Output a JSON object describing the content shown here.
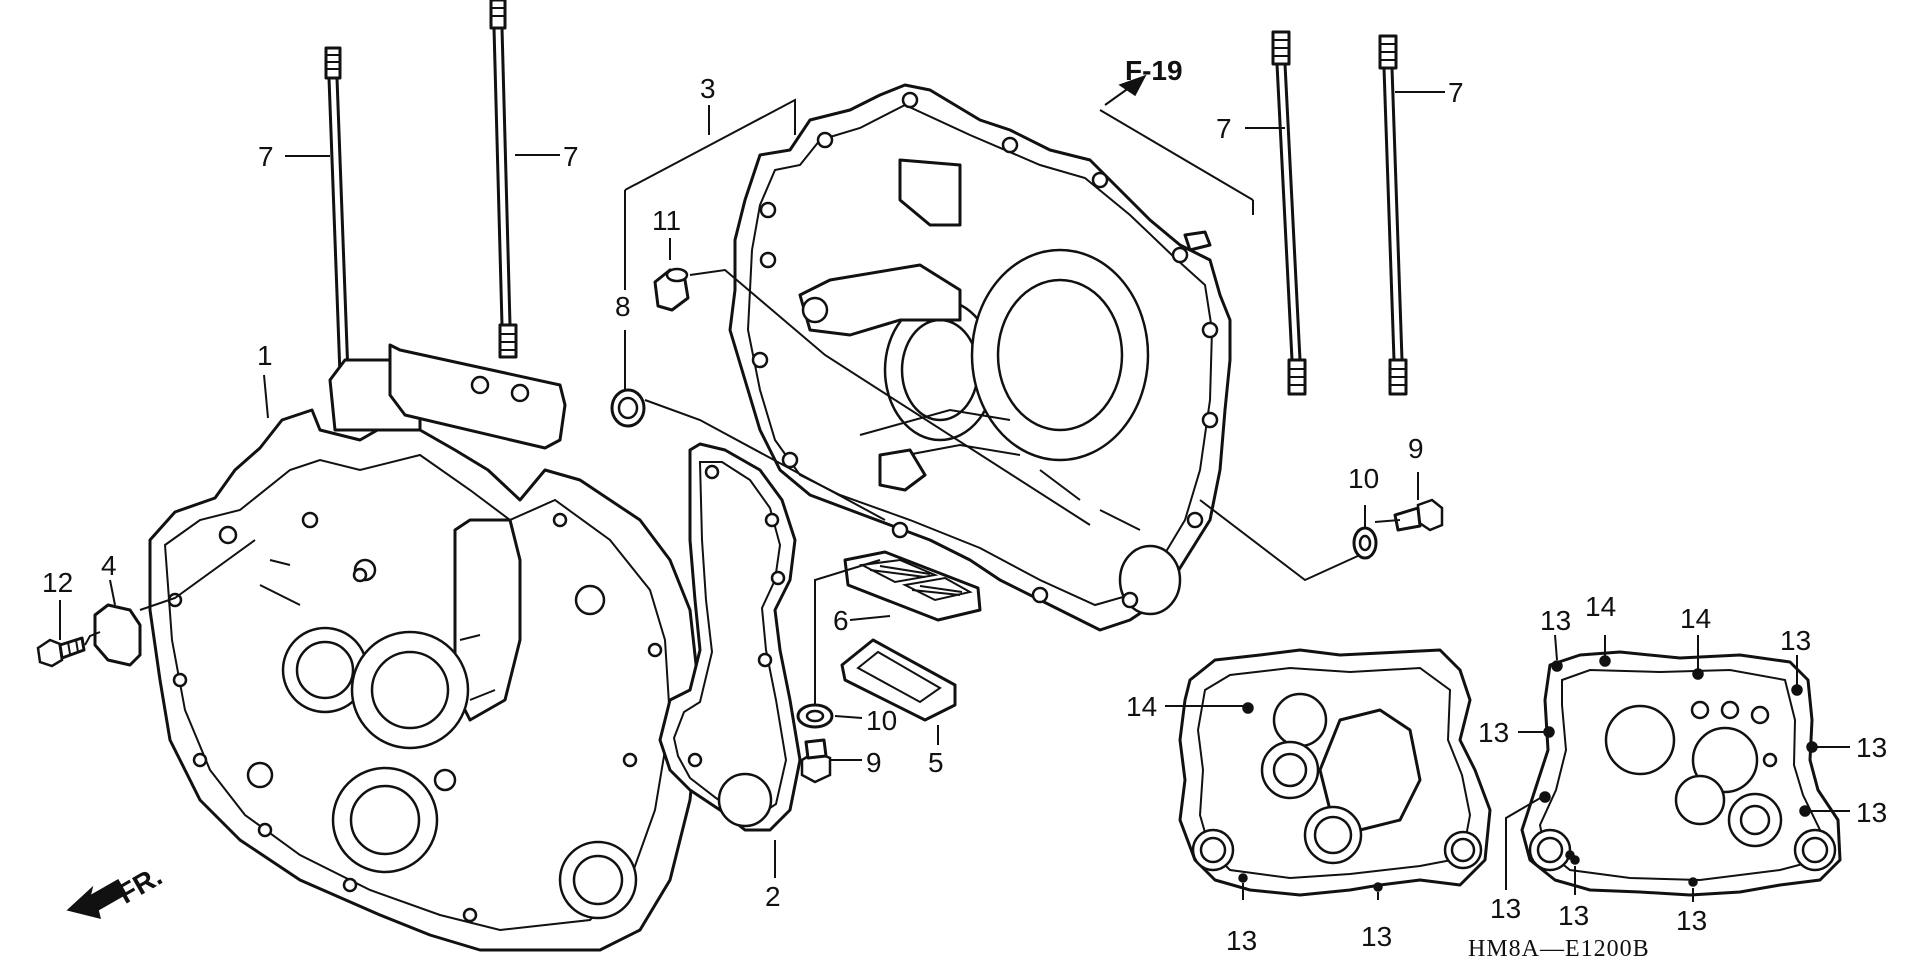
{
  "labels": {
    "p1": "1",
    "p2": "2",
    "p3": "3",
    "p4": "4",
    "p5": "5",
    "p6": "6",
    "p7": "7",
    "p8": "8",
    "p9": "9",
    "p10": "10",
    "p11": "11",
    "p12": "12",
    "p13": "13",
    "p14": "14"
  },
  "ref": {
    "fig": "F-19",
    "front": "FR.",
    "code": "HM8A—E1200B"
  }
}
